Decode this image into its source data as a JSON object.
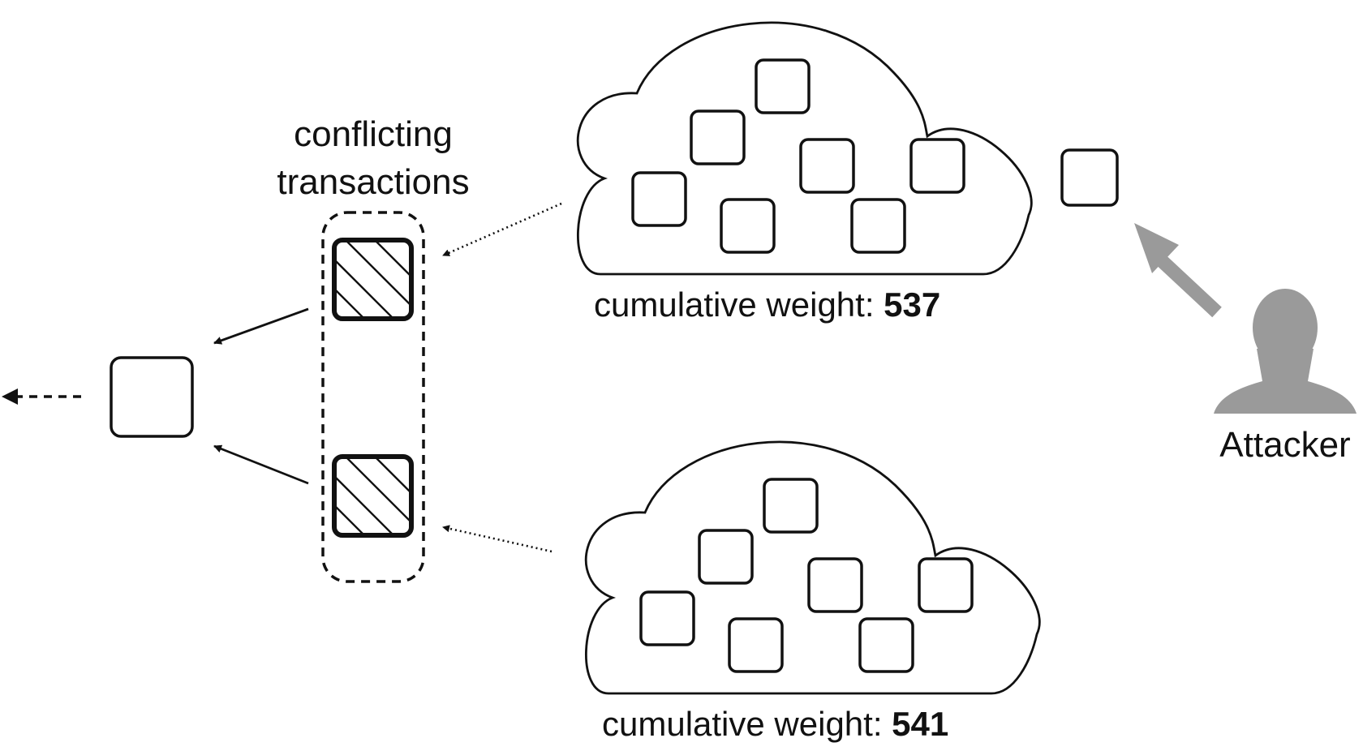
{
  "labels": {
    "conflicting_line1": "conflicting",
    "conflicting_line2": "transactions",
    "cloud_top_prefix": "cumulative weight: ",
    "cloud_top_value": "537",
    "cloud_bottom_prefix": "cumulative weight: ",
    "cloud_bottom_value": "541",
    "attacker": "Attacker"
  },
  "colors": {
    "stroke": "#111111",
    "attacker_gray": "#9a9a9a",
    "background": "#ffffff"
  },
  "icons": {
    "attacker": "person-silhouette-icon"
  }
}
